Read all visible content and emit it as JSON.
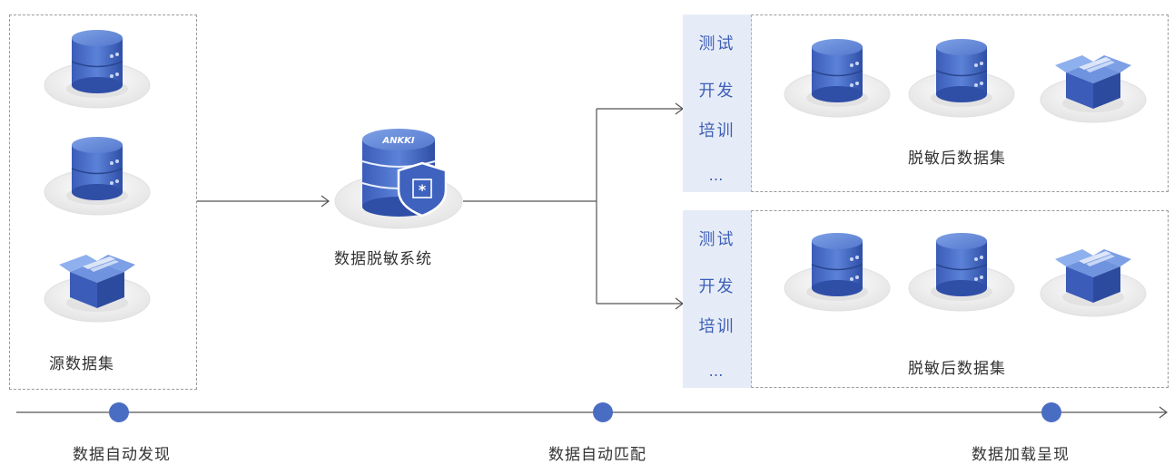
{
  "source": {
    "label": "源数据集"
  },
  "system": {
    "label": "数据脱敏系统",
    "badge": "ANKKI"
  },
  "targets": [
    {
      "envs": [
        "测试",
        "开发",
        "培训",
        "…"
      ],
      "label": "脱敏后数据集"
    },
    {
      "envs": [
        "测试",
        "开发",
        "培训",
        "…"
      ],
      "label": "脱敏后数据集"
    }
  ],
  "timeline": {
    "stages": [
      "数据自动发现",
      "数据自动匹配",
      "数据加载呈现"
    ]
  },
  "colors": {
    "accent": "#4a6dc4",
    "line": "#555555",
    "dot": "#4a6dc4"
  },
  "icons": [
    "database-icon",
    "package-icon",
    "shield-icon"
  ]
}
